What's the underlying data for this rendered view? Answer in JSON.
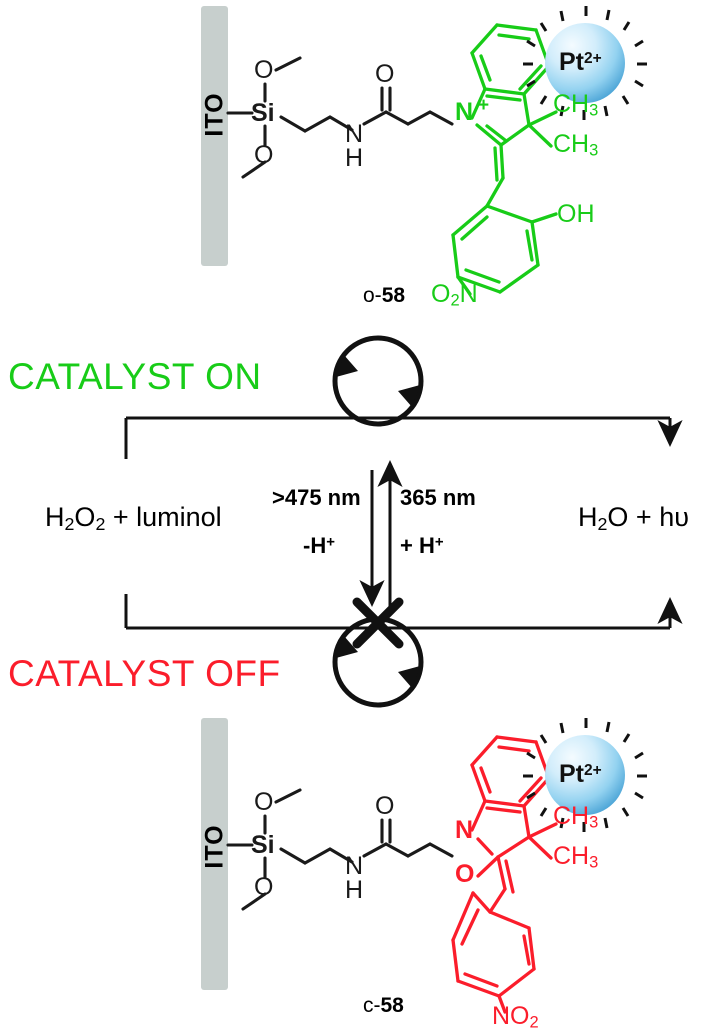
{
  "figure": {
    "title": "Photoswitchable spiropyran-functionalized ITO surface controlling Pt2+ catalysis",
    "background": "#ffffff",
    "colors": {
      "merocyanine_green": "#18cc18",
      "spiropyran_red": "#fb1d2b",
      "bond_black": "#1a1a1a",
      "ito_gray": "#c7cfcd",
      "pt_sphere_light": "#eaf6fd",
      "pt_sphere_mid": "#9ed8f2",
      "pt_sphere_edge": "#3f9fd4"
    }
  },
  "states": {
    "on": {
      "label": "CATALYST ON",
      "color": "#18cc18"
    },
    "off": {
      "label": "CATALYST OFF",
      "color": "#fb1d2b"
    }
  },
  "reaction": {
    "reactants": {
      "formula_html": "H<sub>2</sub>O<sub>2</sub> + luminol",
      "plain": "H2O2 + luminol"
    },
    "products": {
      "formula_html": "H<sub>2</sub>O + hυ",
      "plain": "H2O + hv"
    }
  },
  "switching": {
    "forward": {
      "wavelength": "365 nm",
      "proton": "+ H<sup>+</sup>",
      "direction": "up"
    },
    "reverse": {
      "wavelength": ">475 nm",
      "proton": "-H<sup>+</sup>",
      "direction": "down"
    }
  },
  "molecules": {
    "open": {
      "name_prefix": "o-",
      "name_number": "58",
      "form": "merocyanine (open, protonated)",
      "color": "#18cc18",
      "substrate_label": "ITO",
      "atoms": [
        "O",
        "Si",
        "O",
        "N",
        "H",
        "O",
        "N",
        "+",
        "CH3",
        "CH3",
        "OH",
        "O2N"
      ],
      "metal": {
        "symbol": "Pt",
        "charge": "2+"
      }
    },
    "closed": {
      "name_prefix": "c-",
      "name_number": "58",
      "form": "spiropyran (closed)",
      "color": "#fb1d2b",
      "substrate_label": "ITO",
      "atoms": [
        "O",
        "Si",
        "O",
        "N",
        "H",
        "O",
        "N",
        "O",
        "CH3",
        "CH3",
        "NO2"
      ],
      "metal": {
        "symbol": "Pt",
        "charge": "2+"
      }
    }
  },
  "labels": {
    "ito": "ITO",
    "si": "Si",
    "o": "O",
    "n": "N",
    "h": "H",
    "plus": "+",
    "ch3": "CH3",
    "oh": "OH",
    "o2n": "O2N",
    "no2": "NO2",
    "pt": "Pt",
    "pt_charge": "2+",
    "open_name": "o-58",
    "closed_name": "c-58"
  },
  "cycle": {
    "on_state_marker": "circular-arrow",
    "off_state_marker": "circular-arrow-crossed-out",
    "cross_symbol": "X"
  }
}
